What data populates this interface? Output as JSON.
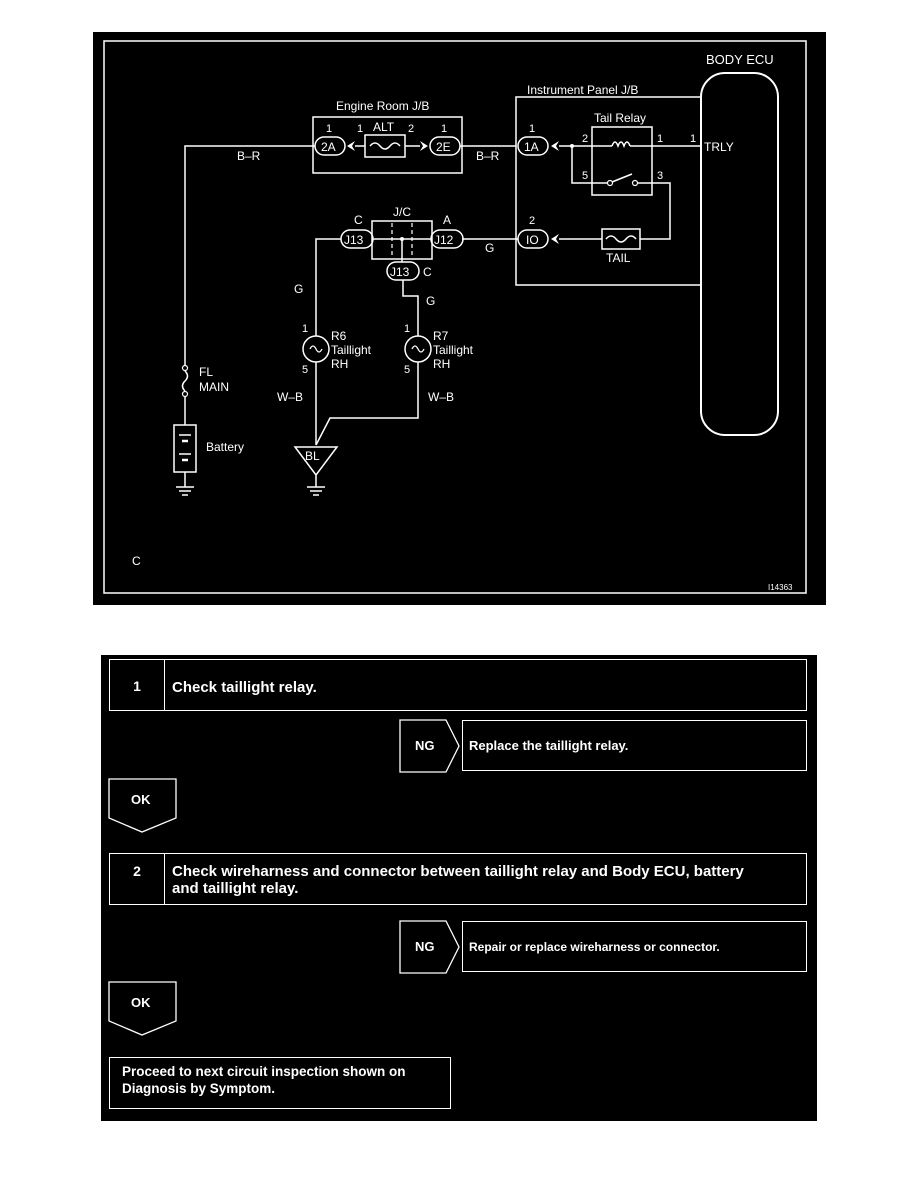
{
  "diagram": {
    "body_ecu": "BODY ECU",
    "instrument_panel_jb": "Instrument Panel J/B",
    "engine_room_jb": "Engine Room J/B",
    "tail_relay": "Tail Relay",
    "alt": "ALT",
    "trly": "TRLY",
    "jc": "J/C",
    "tail": "TAIL",
    "fl_main_1": "FL",
    "fl_main_2": "MAIN",
    "battery": "Battery",
    "ground_bl": "BL",
    "wire_br_1": "B–R",
    "wire_br_2": "B–R",
    "wire_g_1": "G",
    "wire_g_2": "G",
    "wire_g_3": "G",
    "wire_wb_1": "W–B",
    "wire_wb_2": "W–B",
    "conn_2a": "2A",
    "conn_2e": "2E",
    "conn_1a": "1A",
    "conn_io": "IO",
    "conn_j13a": "J13",
    "conn_j12": "J12",
    "conn_j13b": "J13",
    "r6_code": "R6",
    "r6_name": "Taillight",
    "r6_side": "RH",
    "r7_code": "R7",
    "r7_name": "Taillight",
    "r7_side": "RH",
    "pin_1": "1",
    "pin_2": "2",
    "pin_3": "3",
    "pin_5": "5",
    "pin_a": "A",
    "pin_c": "C",
    "corner_c": "C",
    "figure_id": "I14363"
  },
  "flow": {
    "step1": {
      "number": "1",
      "title": "Check taillight relay."
    },
    "ng1": {
      "label": "NG",
      "action": "Replace the taillight relay."
    },
    "ok1": "OK",
    "step2": {
      "number": "2",
      "title_line1": "Check wireharness and connector between taillight relay and Body ECU, battery",
      "title_line2": "and taillight relay."
    },
    "ng2": {
      "label": "NG",
      "action": "Repair or replace wireharness or connector."
    },
    "ok2": "OK",
    "final_line1": "Proceed to next circuit inspection shown on",
    "final_line2": "Diagnosis by Symptom."
  }
}
